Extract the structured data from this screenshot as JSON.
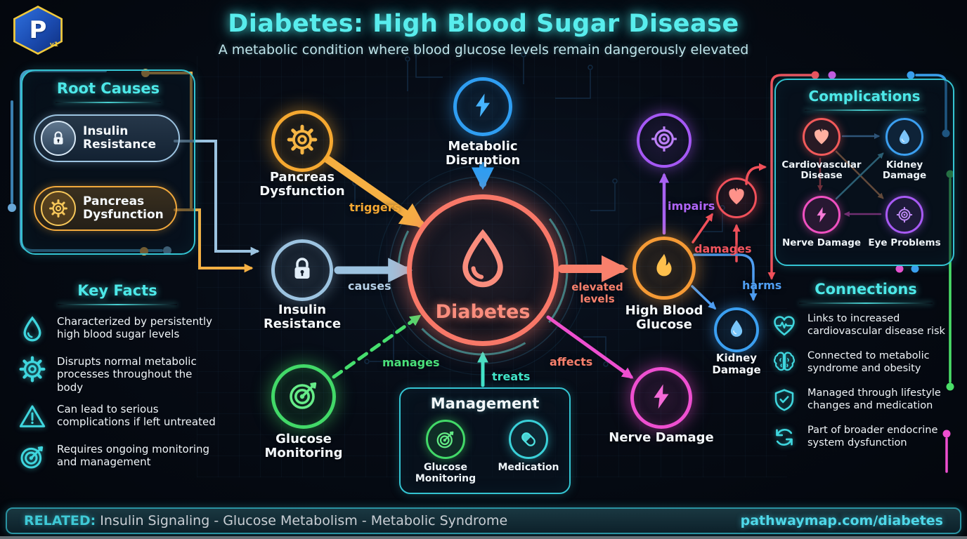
{
  "meta": {
    "title": "Diabetes: High Blood Sugar Disease",
    "subtitle": "A metabolic condition where blood glucose levels remain dangerously elevated",
    "logo_text": "P",
    "logo_version": "v1"
  },
  "root_causes": {
    "title": "Root Causes",
    "items": [
      {
        "label": "Insulin Resistance",
        "icon": "lock-icon"
      },
      {
        "label": "Pancreas Dysfunction",
        "icon": "gear-icon"
      }
    ]
  },
  "key_facts": {
    "title": "Key Facts",
    "items": [
      {
        "icon": "droplet-icon",
        "text": "Characterized by persistently high blood sugar levels"
      },
      {
        "icon": "gear-icon",
        "text": "Disrupts normal metabolic processes throughout the body"
      },
      {
        "icon": "warning-icon",
        "text": "Can lead to serious complications if left untreated"
      },
      {
        "icon": "target-icon",
        "text": "Requires ongoing monitoring and management"
      }
    ]
  },
  "nodes": {
    "pancreas": {
      "label": "Pancreas Dysfunction",
      "icon": "gear-icon",
      "color": "#f5a830"
    },
    "metabolic": {
      "label": "Metabolic Disruption",
      "icon": "bolt-icon",
      "color": "#2f9ef2"
    },
    "insulin": {
      "label": "Insulin Resistance",
      "icon": "lock-icon",
      "color": "#9cc3e0"
    },
    "diabetes": {
      "label": "Diabetes",
      "icon": "droplet-icon",
      "color": "#f87868"
    },
    "glucose": {
      "label": "Glucose Monitoring",
      "icon": "target-icon",
      "color": "#42d968"
    },
    "hbg": {
      "label": "High Blood Glucose",
      "icon": "flame-icon",
      "color": "#f59a35"
    },
    "nerve": {
      "label": "Nerve Damage",
      "icon": "bolt-icon",
      "color": "#ee4fd0"
    },
    "kidney": {
      "label": "Kidney Damage",
      "icon": "droplet-icon",
      "color": "#3b9ff0"
    },
    "impair_target": {
      "icon": "crosshair-icon",
      "color": "#a558f5"
    },
    "cardio_heart": {
      "icon": "heart-icon",
      "color": "#f0505a"
    }
  },
  "edges": {
    "triggers": "triggers",
    "causes": "causes",
    "manages": "manages",
    "treats": "treats",
    "affects": "affects",
    "elevated": "elevated levels",
    "impairs": "impairs",
    "damages": "damages",
    "harms": "harms"
  },
  "management": {
    "title": "Management",
    "items": [
      {
        "label": "Glucose Monitoring",
        "icon": "target-icon"
      },
      {
        "label": "Medication",
        "icon": "capsule-icon"
      }
    ]
  },
  "complications": {
    "title": "Complications",
    "items": [
      {
        "label": "Cardiovascular Disease",
        "icon": "heart-icon"
      },
      {
        "label": "Kidney Damage",
        "icon": "droplet-icon"
      },
      {
        "label": "Nerve Damage",
        "icon": "bolt-icon"
      },
      {
        "label": "Eye Problems",
        "icon": "crosshair-icon"
      }
    ]
  },
  "connections": {
    "title": "Connections",
    "items": [
      {
        "icon": "heart-pulse-icon",
        "text": "Links to increased cardiovascular disease risk"
      },
      {
        "icon": "brain-icon",
        "text": "Connected to metabolic syndrome and obesity"
      },
      {
        "icon": "shield-check-icon",
        "text": "Managed through lifestyle changes and medication"
      },
      {
        "icon": "refresh-icon",
        "text": "Part of broader endocrine system dysfunction"
      }
    ]
  },
  "footer": {
    "related_label": "RELATED:",
    "related_text": " Insulin Signaling - Glucose Metabolism - Metabolic Syndrome",
    "url": "pathwaymap.com/diabetes"
  },
  "colors": {
    "accent_cyan": "#4de8e8",
    "coral": "#f87868",
    "orange": "#f5a830",
    "steel_blue": "#9cc3e0",
    "green": "#42d968",
    "blue": "#2f9ef2",
    "magenta": "#ee4fd0",
    "purple": "#a558f5",
    "red": "#f0505a",
    "kidney_blue": "#3b9ff0",
    "teal": "#42e4c8"
  }
}
